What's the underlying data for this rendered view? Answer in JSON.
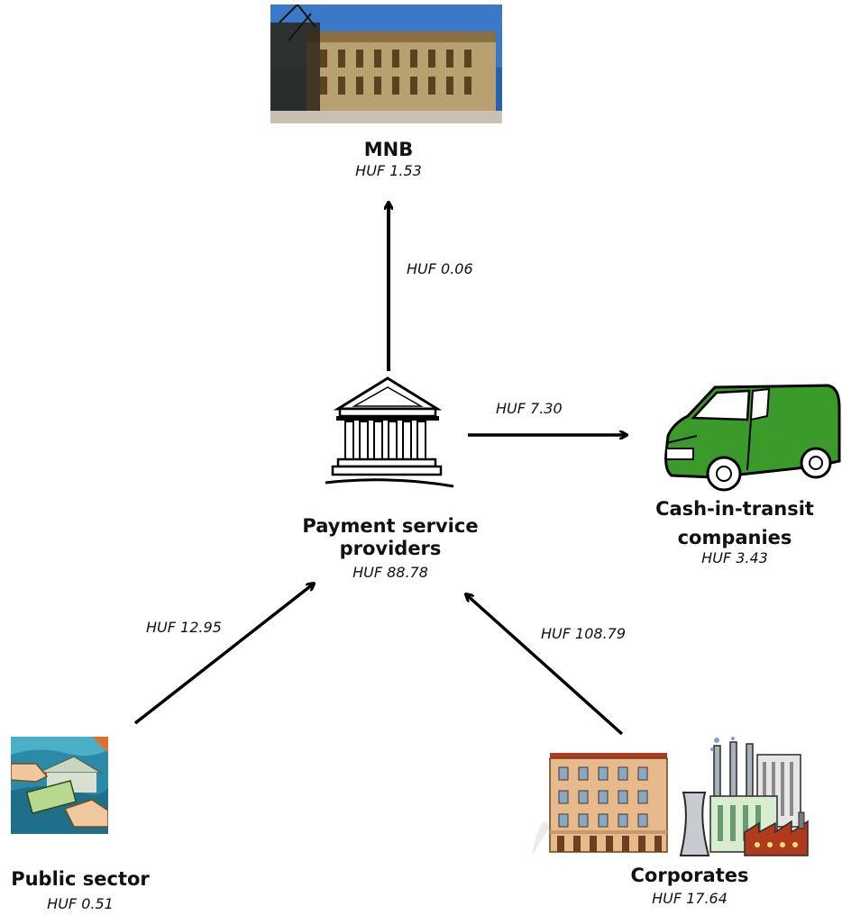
{
  "nodes": {
    "mnb": {
      "label": "MNB",
      "value": "HUF 1.53",
      "image": "central-bank-building-photo"
    },
    "psp": {
      "label_line1": "Payment service",
      "label_line2": "providers",
      "value": "HUF  88.78",
      "icon": "bank-building-icon"
    },
    "cit": {
      "label_line1": "Cash-in-transit",
      "label_line2": "companies",
      "value": "HUF  3.43",
      "icon": "green-van-icon"
    },
    "public": {
      "label": "Public sector",
      "value": "HUF 0.51",
      "icon": "public-sector-clipart-icon"
    },
    "corporates": {
      "label": "Corporates",
      "value": "HUF 17.64",
      "icon": "factory-and-office-icon"
    }
  },
  "flows": {
    "psp_to_mnb": "HUF  0.06",
    "psp_to_cit": "HUF  7.30",
    "public_to_psp": "HUF 12.95",
    "corporates_to_psp": "HUF  108.79"
  },
  "colors": {
    "arrow": "#000000",
    "van": "#3a9a2a",
    "roof": "#b03a1e",
    "building": "#e8b98a"
  }
}
